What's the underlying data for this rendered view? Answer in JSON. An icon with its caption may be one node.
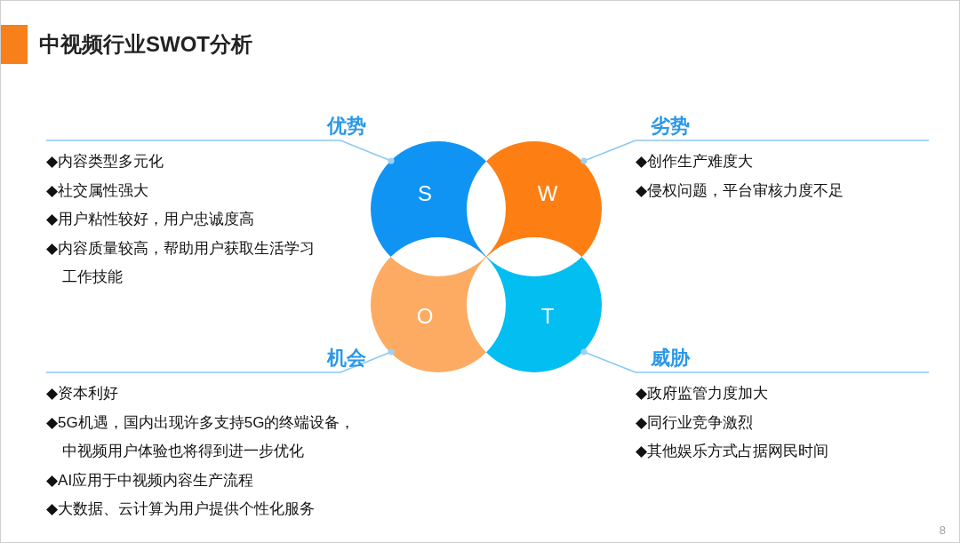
{
  "diagram": {
    "title": "中视频行业SWOT分析",
    "nodes": [
      {
        "text": [
          "S"
        ]
      },
      {
        "text": [
          "W"
        ]
      },
      {
        "text": [
          "O"
        ]
      },
      {
        "text": [
          "T"
        ]
      },
      {
        "text": [
          "优势",
          "◆内容类型多元化",
          "◆社交属性强大",
          "◆用户粘性较好，用户忠诚度高",
          "◆内容质量较高，帮助用户获取生活学习工作技能"
        ]
      },
      {
        "text": [
          "劣势",
          "◆创作生产难度大",
          "◆侵权问题，平台审核力度不足"
        ]
      },
      {
        "text": [
          "机会",
          "◆资本利好",
          "◆5G机遇，国内出现许多支持5G的终端设备，中视频用户体验也将得到进一步优化",
          "◆AI应用于中视频内容生产流程",
          "◆大数据、云计算为用户提供个性化服务"
        ]
      },
      {
        "text": [
          "威胁",
          "◆政府监管力度加大",
          "◆同行业竞争激烈",
          "◆其他娱乐方式占据网民时间"
        ]
      }
    ],
    "edges": [
      {
        "from": 4,
        "to": 0,
        "arrow": "other"
      },
      {
        "from": 5,
        "to": 1,
        "arrow": "other"
      },
      {
        "from": 6,
        "to": 2,
        "arrow": "other"
      },
      {
        "from": 7,
        "to": 3,
        "arrow": "other"
      }
    ],
    "labels": [
      "8"
    ]
  }
}
